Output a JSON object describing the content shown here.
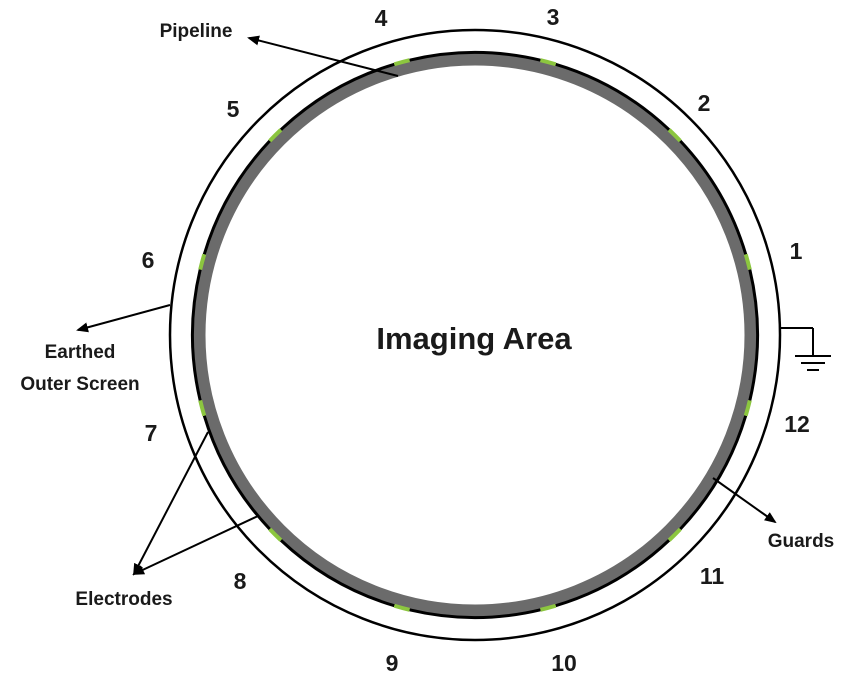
{
  "diagram": {
    "center_label": "Imaging Area",
    "labels": {
      "pipeline": "Pipeline",
      "earthed_line1": "Earthed",
      "earthed_line2": "Outer Screen",
      "electrodes": "Electrodes",
      "guards": "Guards"
    },
    "electrode_numbers": [
      "1",
      "2",
      "3",
      "4",
      "5",
      "6",
      "7",
      "8",
      "9",
      "10",
      "11",
      "12"
    ],
    "colors": {
      "pipe_wall": "#6b6b6b",
      "electrode": "#000000",
      "guard": "#8cc63f",
      "outline": "#000000",
      "text": "#1a1a1a"
    }
  }
}
